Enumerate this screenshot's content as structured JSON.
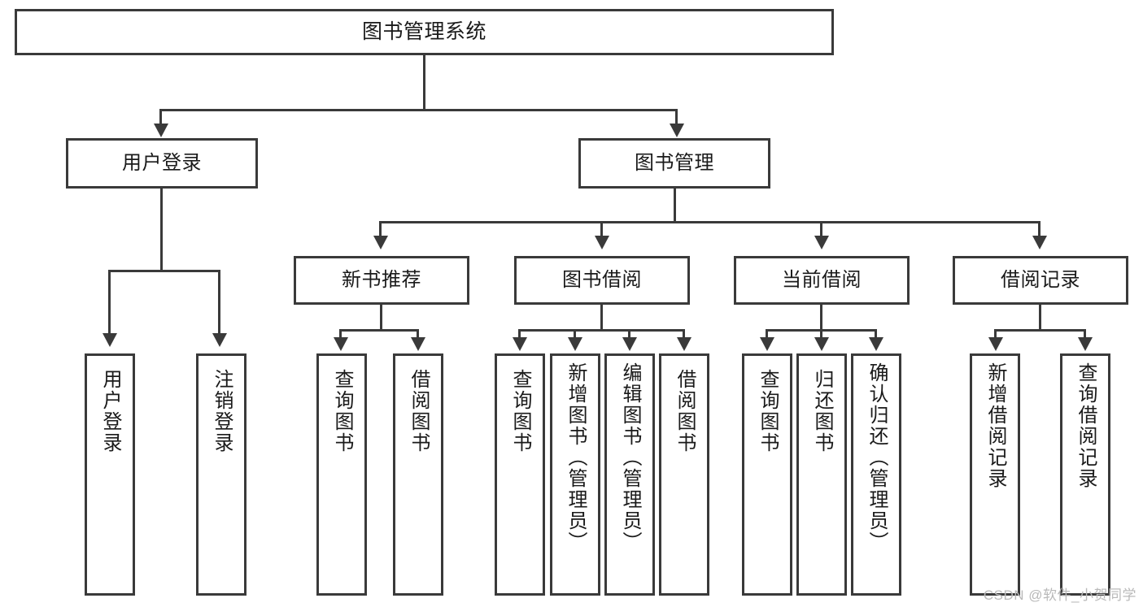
{
  "diagram": {
    "type": "tree-hierarchy",
    "title": "图书管理系统",
    "root": {
      "id": "root",
      "label": "图书管理系统"
    },
    "level1": [
      {
        "id": "user-login",
        "label": "用户登录"
      },
      {
        "id": "book-manage",
        "label": "图书管理"
      }
    ],
    "level2": [
      {
        "id": "new-book-recommend",
        "label": "新书推荐",
        "parent": "book-manage"
      },
      {
        "id": "book-borrow",
        "label": "图书借阅",
        "parent": "book-manage"
      },
      {
        "id": "current-borrow",
        "label": "当前借阅",
        "parent": "book-manage"
      },
      {
        "id": "borrow-record",
        "label": "借阅记录",
        "parent": "book-manage"
      }
    ],
    "leaves": {
      "user-login": [
        {
          "id": "leaf-user-login",
          "label": "用户登录"
        },
        {
          "id": "leaf-user-logout",
          "label": "注销登录"
        }
      ],
      "new-book-recommend": [
        {
          "id": "leaf-query-book-1",
          "label": "查询图书"
        },
        {
          "id": "leaf-borrow-book-1",
          "label": "借阅图书"
        }
      ],
      "book-borrow": [
        {
          "id": "leaf-query-book-2",
          "label": "查询图书"
        },
        {
          "id": "leaf-add-book",
          "label": "新增图书（管理员）"
        },
        {
          "id": "leaf-edit-book",
          "label": "编辑图书（管理员）"
        },
        {
          "id": "leaf-borrow-book-2",
          "label": "借阅图书"
        }
      ],
      "current-borrow": [
        {
          "id": "leaf-query-book-3",
          "label": "查询图书"
        },
        {
          "id": "leaf-return-book",
          "label": "归还图书"
        },
        {
          "id": "leaf-confirm-return",
          "label": "确认归还（管理员）"
        }
      ],
      "borrow-record": [
        {
          "id": "leaf-add-record",
          "label": "新增借阅记录"
        },
        {
          "id": "leaf-query-record",
          "label": "查询借阅记录"
        }
      ]
    },
    "colors": {
      "stroke": "#3a3a3a",
      "background": "#ffffff",
      "text": "#1a1a1a",
      "watermark": "#b9b9b9"
    }
  },
  "watermark": {
    "text": "CSDN @软件_小贺同学"
  }
}
